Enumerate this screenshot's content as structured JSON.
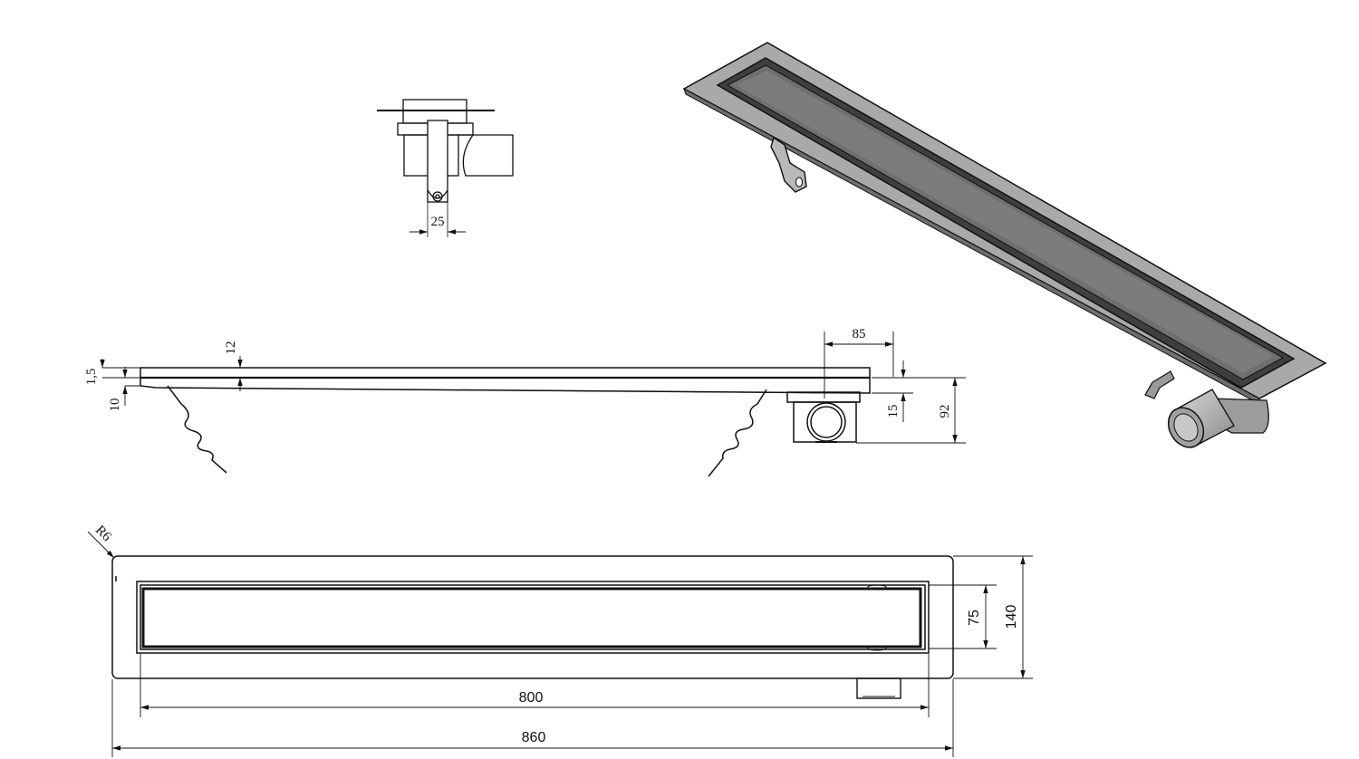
{
  "drawing": {
    "colors": {
      "line": "#111111",
      "steel": "#a9a9a9",
      "steel_light": "#c6c6c6",
      "steel_dark": "#5e5e5e",
      "grate": "#707070"
    },
    "end_view": {
      "dims": {
        "width": "25"
      }
    },
    "side_view": {
      "dims": {
        "flange": "1,5",
        "frame": "10",
        "grate": "12",
        "outlet_offset": "85",
        "outlet_height": "15",
        "total_height": "92"
      }
    },
    "top_view": {
      "dims": {
        "radius": "R6",
        "inner_length": "800",
        "outer_length": "860",
        "inner_width": "75",
        "outer_width": "140"
      }
    },
    "iso_view": {
      "parts": [
        "drain-body",
        "grate",
        "mounting-bracket",
        "outlet-pipe"
      ]
    }
  }
}
